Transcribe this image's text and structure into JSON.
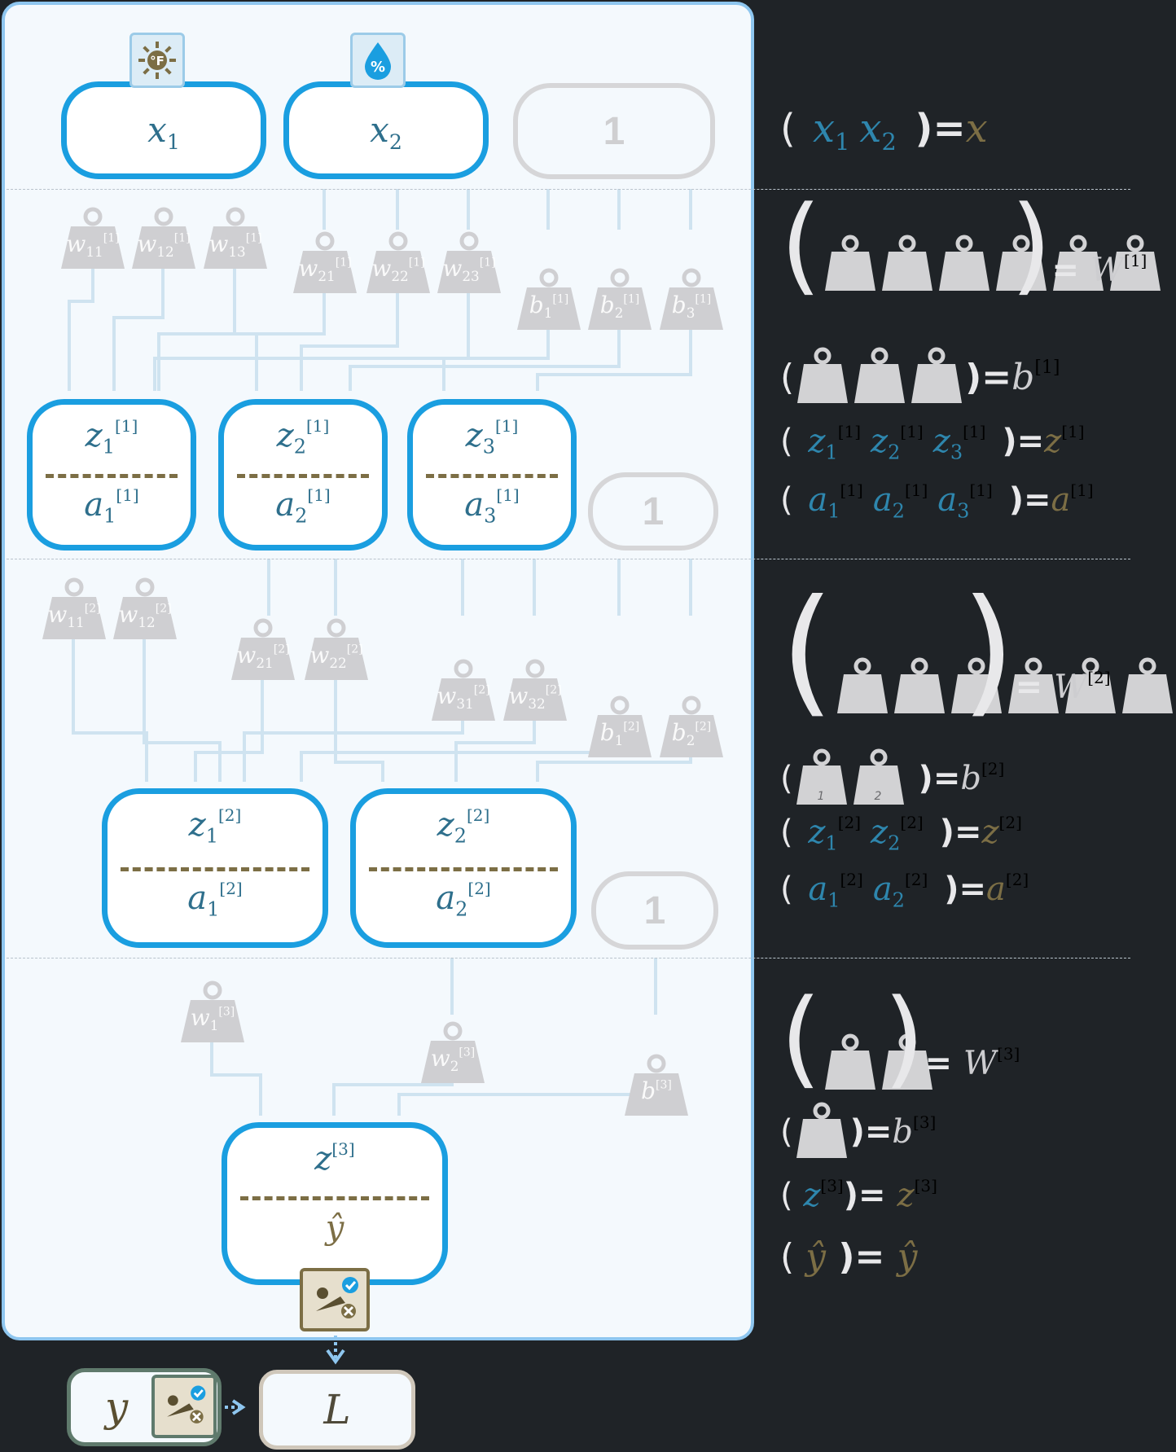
{
  "colors": {
    "node_border": "#1a9ee0",
    "accent_blue": "#2e86ad",
    "accent_olive": "#7c6e45",
    "bias_gray": "#d6d6d8",
    "edge_light": "#cfe3f0",
    "background_dark": "#1f2327",
    "panel_bg": "#f4f9fd"
  },
  "inputs": [
    {
      "name": "x",
      "sub": "1",
      "icon": "thermometer-sun-fahrenheit-icon"
    },
    {
      "name": "x",
      "sub": "2",
      "icon": "humidity-drop-percent-icon"
    }
  ],
  "bias_unit_label": "1",
  "weights": {
    "layer1": [
      {
        "name": "w",
        "sub": "11",
        "sup": "[1]"
      },
      {
        "name": "w",
        "sub": "12",
        "sup": "[1]"
      },
      {
        "name": "w",
        "sub": "13",
        "sup": "[1]"
      },
      {
        "name": "w",
        "sub": "21",
        "sup": "[1]"
      },
      {
        "name": "w",
        "sub": "22",
        "sup": "[1]"
      },
      {
        "name": "w",
        "sub": "23",
        "sup": "[1]"
      },
      {
        "name": "b",
        "sub": "1",
        "sup": "[1]"
      },
      {
        "name": "b",
        "sub": "2",
        "sup": "[1]"
      },
      {
        "name": "b",
        "sub": "3",
        "sup": "[1]"
      }
    ],
    "layer2": [
      {
        "name": "w",
        "sub": "11",
        "sup": "[2]"
      },
      {
        "name": "w",
        "sub": "12",
        "sup": "[2]"
      },
      {
        "name": "w",
        "sub": "21",
        "sup": "[2]"
      },
      {
        "name": "w",
        "sub": "22",
        "sup": "[2]"
      },
      {
        "name": "w",
        "sub": "31",
        "sup": "[2]"
      },
      {
        "name": "w",
        "sub": "32",
        "sup": "[2]"
      },
      {
        "name": "b",
        "sub": "1",
        "sup": "[2]"
      },
      {
        "name": "b",
        "sub": "2",
        "sup": "[2]"
      }
    ],
    "layer3": [
      {
        "name": "w",
        "sub": "1",
        "sup": "[3]"
      },
      {
        "name": "w",
        "sub": "2",
        "sup": "[3]"
      },
      {
        "name": "b",
        "sub": "",
        "sup": "[3]"
      }
    ]
  },
  "hidden1": [
    {
      "z": "z",
      "a": "a",
      "sub": "1",
      "sup": "[1]"
    },
    {
      "z": "z",
      "a": "a",
      "sub": "2",
      "sup": "[1]"
    },
    {
      "z": "z",
      "a": "a",
      "sub": "3",
      "sup": "[1]"
    }
  ],
  "hidden2": [
    {
      "z": "z",
      "a": "a",
      "sub": "1",
      "sup": "[2]"
    },
    {
      "z": "z",
      "a": "a",
      "sub": "2",
      "sup": "[2]"
    }
  ],
  "output": {
    "z": "z",
    "sup": "[3]",
    "yhat": "ŷ",
    "icon": "loss-check-icon"
  },
  "loss": {
    "y": "y",
    "L": "L"
  },
  "equations": {
    "x": {
      "items": [
        "x1",
        "x2"
      ],
      "result": "x"
    },
    "W1": {
      "result": "W",
      "sup": "[1]"
    },
    "b1": {
      "result": "b",
      "sup": "[1]"
    },
    "z1": {
      "items": [
        "z1",
        "z2",
        "z3"
      ],
      "sup": "[1]",
      "result": "z"
    },
    "a1": {
      "items": [
        "a1",
        "a2",
        "a3"
      ],
      "sup": "[1]",
      "result": "a"
    },
    "W2": {
      "result": "W",
      "sup": "[2]"
    },
    "b2": {
      "result": "b",
      "sup": "[2]",
      "tags": [
        "1",
        "2"
      ]
    },
    "z2": {
      "items": [
        "z1",
        "z2"
      ],
      "sup": "[2]",
      "result": "z"
    },
    "a2": {
      "items": [
        "a1",
        "a2"
      ],
      "sup": "[2]",
      "result": "a"
    },
    "W3": {
      "result": "W",
      "sup": "[3]"
    },
    "b3": {
      "result": "b",
      "sup": "[3]"
    },
    "z3": {
      "item": "z",
      "sup": "[3]",
      "result": "z"
    },
    "yhat": {
      "item": "ŷ",
      "result": "ŷ"
    }
  }
}
